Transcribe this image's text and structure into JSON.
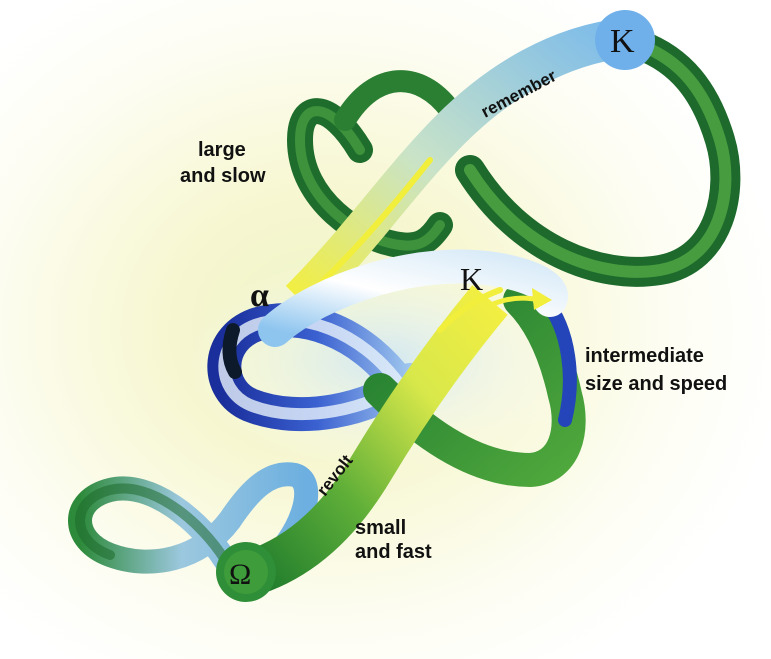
{
  "labels": {
    "large": {
      "line1": "large",
      "line2": "and slow"
    },
    "intermediate": {
      "line1": "intermediate",
      "line2": "size and speed"
    },
    "small": {
      "line1": "small",
      "line2": "and fast"
    },
    "remember": "remember",
    "revolt": "revolt"
  },
  "symbols": {
    "k_large": "K",
    "k_mid": "K",
    "alpha": "α",
    "omega": "Ω"
  },
  "colors": {
    "green_dark": "#1e6b2a",
    "green_mid": "#3f9a3c",
    "green_light": "#6bbf4a",
    "blue_dark": "#1b34a8",
    "blue_light": "#cfe4f6",
    "sky": "#79b6e6",
    "yellow": "#eeec3a",
    "glow": "#f7f5c9"
  }
}
